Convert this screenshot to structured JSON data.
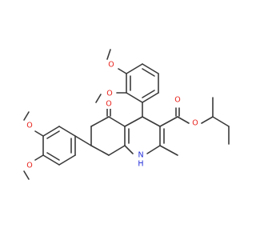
{
  "colors": {
    "bond": "#3a3a3a",
    "oxygen": "#e8201a",
    "nitrogen": "#1f2bd8",
    "background": "#ffffff"
  },
  "atoms": {
    "o_methoxy_top": "O",
    "o_methoxy_mid": "O",
    "o_ester_carbonyl": "O",
    "o_ester_link": "O",
    "o_ketone": "O",
    "o_left_top": "O",
    "o_left_bottom": "O",
    "n_ring": "N",
    "h_ring": "H"
  }
}
